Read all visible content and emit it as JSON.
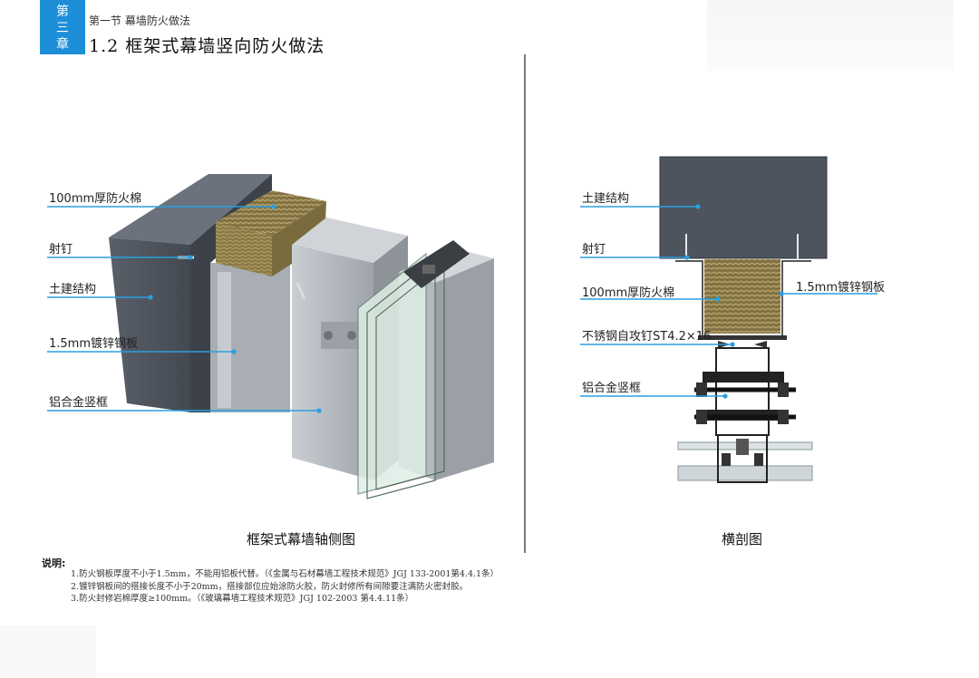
{
  "header": {
    "chapter_tab": [
      "第",
      "三",
      "章"
    ],
    "section": "第一节  幕墙防火做法",
    "title": "1.2 框架式幕墙竖向防火做法"
  },
  "axonometric": {
    "caption": "框架式幕墙轴侧图",
    "labels": {
      "fire_wool": "100mm厚防火棉",
      "nail": "射钉",
      "structure": "土建结构",
      "steel_plate": "1.5mm镀锌钢板",
      "mullion": "铝合金竖框"
    }
  },
  "cross_section": {
    "caption": "横剖图",
    "labels": {
      "structure": "土建结构",
      "nail": "射钉",
      "fire_wool": "100mm厚防火棉",
      "steel_plate": "1.5mm镀锌钢板",
      "screw": "不锈钢自攻钉ST4.2×16",
      "mullion": "铝合金竖框"
    }
  },
  "notes": {
    "heading": "说明:",
    "items": [
      "1.防火钢板厚度不小于1.5mm，不能用铝板代替。（《金属与石材幕墙工程技术规范》JGJ 133-2001第4.4.1条）",
      "2.镀锌钢板间的搭接长度不小于20mm，搭接部位应始涂防火胶，防火封修所有间隙要注满防火密封胶。",
      "3.防火封修岩棉厚度≥100mm。（《玻璃幕墙工程技术规范》JGJ 102-2003 第4.4.11条）"
    ]
  },
  "colors": {
    "accent": "#1d8fd8",
    "leader_line": "#2a9fe0",
    "concrete": "#4f5560",
    "rock_wool": "#8a7a4c",
    "aluminum": "#b9bec4"
  }
}
